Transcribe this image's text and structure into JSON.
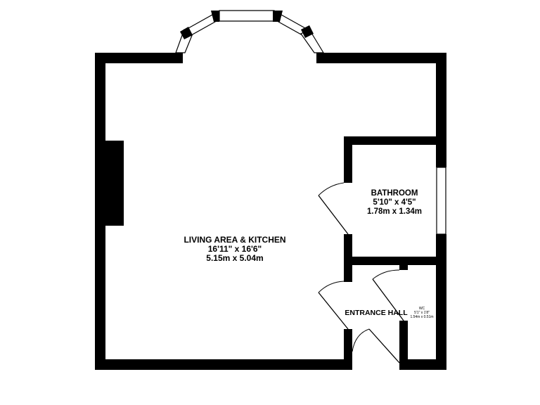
{
  "rooms": {
    "living": {
      "name": "LIVING AREA & KITCHEN",
      "imperial": "16'11\"  x 16'6\"",
      "metric": "5.15m  x 5.04m"
    },
    "bathroom": {
      "name": "BATHROOM",
      "imperial": "5'10\"  x 4'5\"",
      "metric": "1.78m  x 1.34m"
    },
    "hall": {
      "name": "ENTRANCE HALL"
    },
    "wc": {
      "name": "WC",
      "imperial": "5'1\" x 1'8\"",
      "metric": "1.54m x 0.51m"
    }
  },
  "colors": {
    "wall": "#000000",
    "background": "#ffffff"
  }
}
